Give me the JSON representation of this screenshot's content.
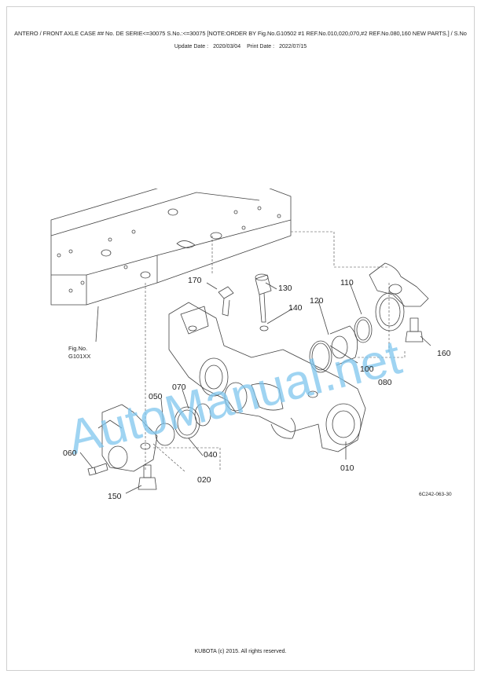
{
  "header": {
    "title": "ANTERO / FRONT AXLE CASE ## No. DE SERIE<=30075 S.No.:<=30075 [NOTE:ORDER BY Fig.No.G10502 #1 REF.No.010,020,070,#2 REF.No.080,160 NEW PARTS.] / S.No",
    "update_label": "Update Date :",
    "update_date": "2020/03/04",
    "print_label": "Print Date :",
    "print_date": "2022/07/15"
  },
  "diagram": {
    "fig_ref_line1": "Fig.No.",
    "fig_ref_line2": "G101XX",
    "drawing_code": "6C242-063-30",
    "callouts": {
      "c010": "010",
      "c020": "020",
      "c040": "040",
      "c050": "050",
      "c060": "060",
      "c070": "070",
      "c080": "080",
      "c100": "100",
      "c110": "110",
      "c120": "120",
      "c130": "130",
      "c140": "140",
      "c150": "150",
      "c160": "160",
      "c170": "170"
    },
    "watermark": "AutoManual.net"
  },
  "footer": {
    "copyright": "KUBOTA (c) 2015. All rights reserved."
  }
}
